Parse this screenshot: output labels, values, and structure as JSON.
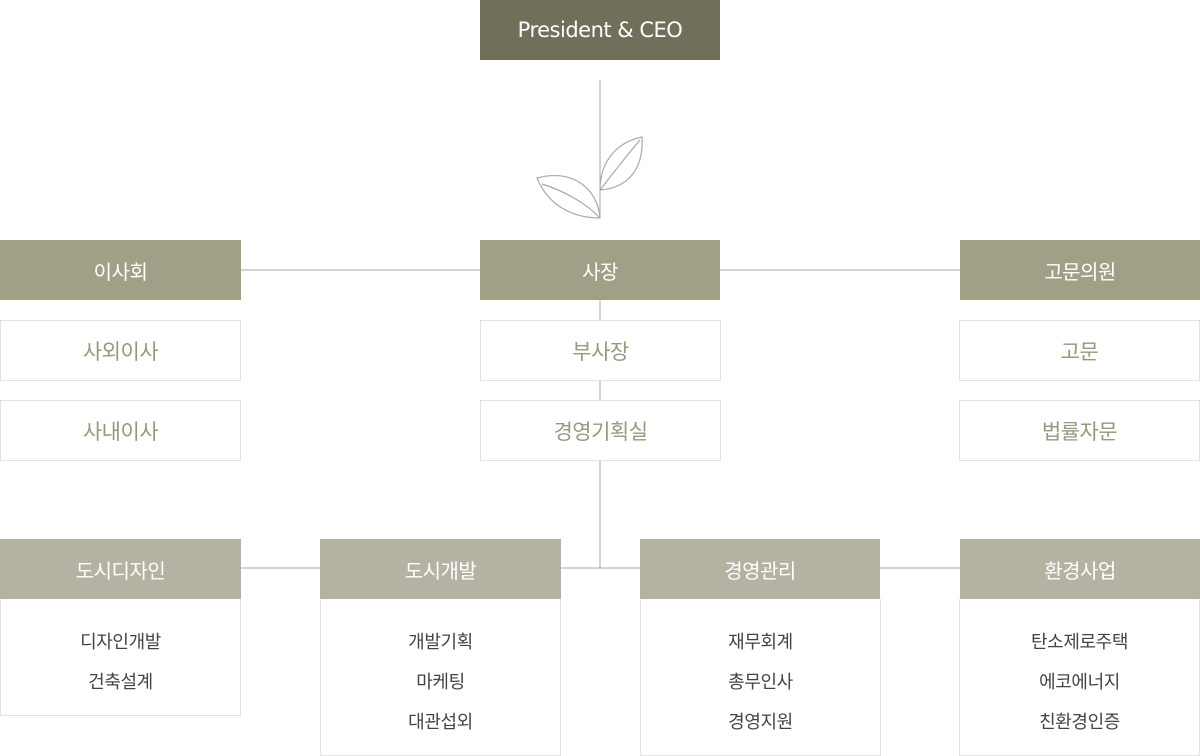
{
  "ceo": {
    "label": "President & CEO"
  },
  "board": {
    "title": "이사회",
    "items": [
      "사외이사",
      "사내이사"
    ]
  },
  "president": {
    "title": "사장",
    "items": [
      "부사장",
      "경영기획실"
    ]
  },
  "advisors": {
    "title": "고문의원",
    "items": [
      "고문",
      "법률자문"
    ]
  },
  "departments": [
    {
      "title": "도시디자인",
      "items": [
        "디자인개발",
        "건축설계"
      ]
    },
    {
      "title": "도시개발",
      "items": [
        "개발기획",
        "마케팅",
        "대관섭외"
      ]
    },
    {
      "title": "경영관리",
      "items": [
        "재무회계",
        "총무인사",
        "경영지원"
      ]
    },
    {
      "title": "환경사업",
      "items": [
        "탄소제로주택",
        "에코에너지",
        "친환경인증"
      ]
    }
  ],
  "colors": {
    "ceo_bg": "#706f5a",
    "head_bg": "#a29f87",
    "dept_head_bg": "#b4b2a3",
    "sub_text": "#99977e",
    "line": "#a9a9a9"
  }
}
